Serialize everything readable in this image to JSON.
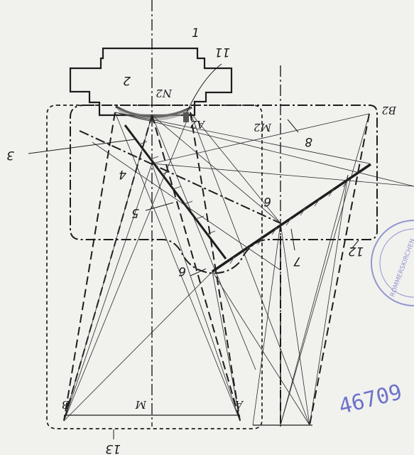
{
  "labels": {
    "l1": "1",
    "l2": "2",
    "l3": "3",
    "l4": "4",
    "l5": "5",
    "l6a": "6",
    "l6b": "6",
    "l7": "7",
    "l8": "8",
    "l11": "11",
    "l12": "12",
    "l13": "13",
    "N2": "N2",
    "A2": "A2",
    "M2": "M2",
    "B2": "B2",
    "M": "M",
    "A": "A",
    "B": "B"
  },
  "stamp": {
    "number": "46709",
    "ring_text": "ROMMERSKIRCHEN"
  },
  "colors": {
    "ink": "#1d1d1d",
    "paper": "#f1f1ee",
    "stamp": "#6d73c9"
  }
}
